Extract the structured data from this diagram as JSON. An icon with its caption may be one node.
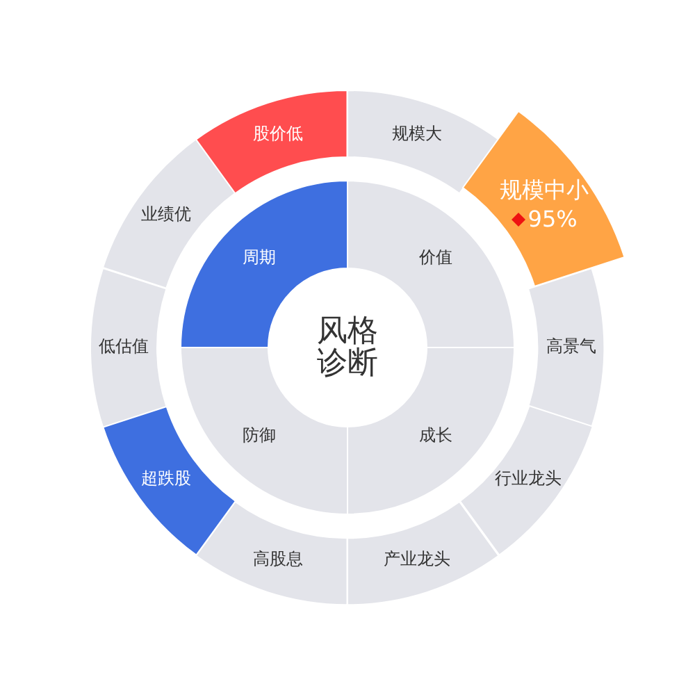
{
  "diagram": {
    "nodes": [
      {
        "text": [
          "风格诊断"
        ]
      },
      {
        "text": [
          "价值"
        ]
      },
      {
        "text": [
          "成长"
        ]
      },
      {
        "text": [
          "防御"
        ]
      },
      {
        "text": [
          "周期"
        ]
      },
      {
        "text": [
          "规模大"
        ]
      },
      {
        "text": [
          "规模中小",
          "95%"
        ]
      },
      {
        "text": [
          "高景气"
        ]
      },
      {
        "text": [
          "行业龙头"
        ]
      },
      {
        "text": [
          "产业龙头"
        ]
      },
      {
        "text": [
          "高股息"
        ]
      },
      {
        "text": [
          "超跌股"
        ]
      },
      {
        "text": [
          "低估值"
        ]
      },
      {
        "text": [
          "业绩优"
        ]
      },
      {
        "text": [
          "股价低"
        ]
      }
    ]
  }
}
